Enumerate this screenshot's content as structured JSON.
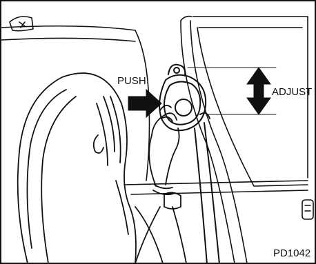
{
  "figure": {
    "push_label": "PUSH",
    "adjust_label": "ADJUST",
    "code": "PD1042"
  }
}
